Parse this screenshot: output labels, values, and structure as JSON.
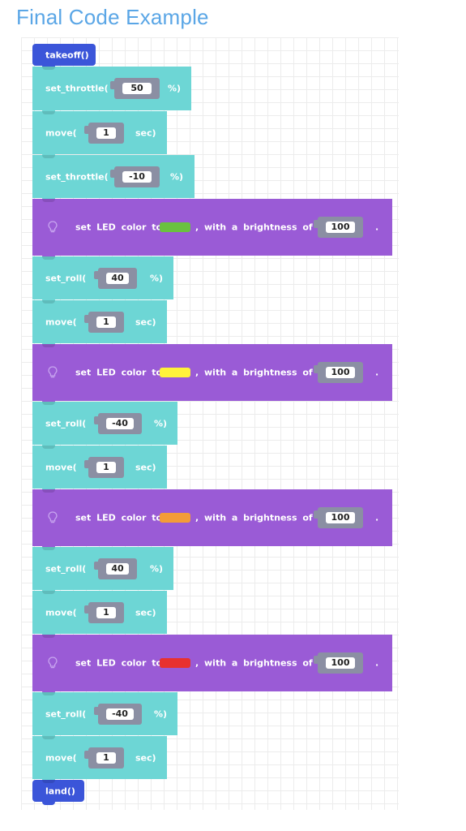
{
  "page": {
    "title": "Final Code Example"
  },
  "colors": {
    "teal": "#6dd6d5",
    "purple": "#9a5bd6",
    "blue": "#3b55d9",
    "socket": "#8b8fa3",
    "title": "#5aa6e6"
  },
  "labels": {
    "takeoff": "takeoff()",
    "land": "land()",
    "set_throttle": "set_throttle(",
    "move": "move(",
    "set_roll": "set_roll(",
    "percent": "%)",
    "sec": "sec)",
    "led_prefix": "set LED color to",
    "led_middle": ", with a brightness of",
    "led_end": "."
  },
  "program": [
    {
      "kind": "takeoff"
    },
    {
      "kind": "throttle",
      "value": "50"
    },
    {
      "kind": "move",
      "value": "1"
    },
    {
      "kind": "throttle",
      "value": "-10"
    },
    {
      "kind": "led",
      "color": "#6ac13f",
      "brightness": "100"
    },
    {
      "kind": "roll",
      "value": "40"
    },
    {
      "kind": "move",
      "value": "1"
    },
    {
      "kind": "led",
      "color": "#fff23a",
      "brightness": "100"
    },
    {
      "kind": "roll",
      "value": "-40"
    },
    {
      "kind": "move",
      "value": "1"
    },
    {
      "kind": "led",
      "color": "#f39c38",
      "brightness": "100"
    },
    {
      "kind": "roll",
      "value": "40"
    },
    {
      "kind": "move",
      "value": "1"
    },
    {
      "kind": "led",
      "color": "#e8312f",
      "brightness": "100"
    },
    {
      "kind": "roll",
      "value": "-40"
    },
    {
      "kind": "move",
      "value": "1"
    },
    {
      "kind": "land"
    }
  ]
}
